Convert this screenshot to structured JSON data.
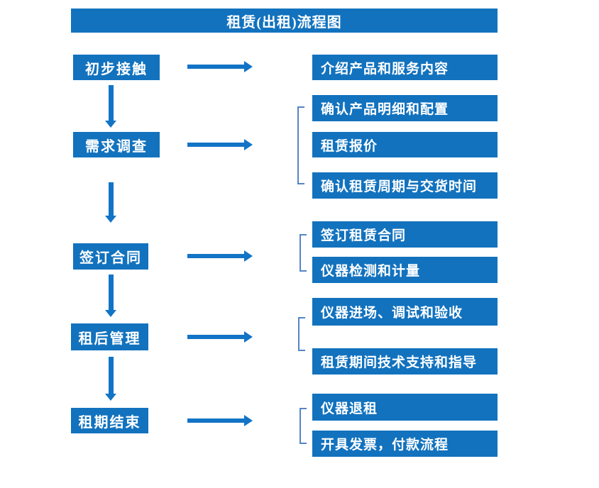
{
  "title": "租赁(出租)流程图",
  "colors": {
    "box_blue": "#1272BE",
    "arrow_blue": "#1274C6",
    "bracket_blue": "#5585C5",
    "text_white": "#FFFFFF"
  },
  "steps": [
    {
      "label": "初步接触"
    },
    {
      "label": "需求调查"
    },
    {
      "label": "签订合同"
    },
    {
      "label": "租后管理"
    },
    {
      "label": "租期结束"
    }
  ],
  "details": [
    {
      "label": "介绍产品和服务内容"
    },
    {
      "label": "确认产品明细和配置"
    },
    {
      "label": "租赁报价"
    },
    {
      "label": "确认租赁周期与交货时间"
    },
    {
      "label": "签订租赁合同"
    },
    {
      "label": "仪器检测和计量"
    },
    {
      "label": "仪器进场、调试和验收"
    },
    {
      "label": "租赁期间技术支持和指导"
    },
    {
      "label": "仪器退租"
    },
    {
      "label": "开具发票，付款流程"
    }
  ]
}
